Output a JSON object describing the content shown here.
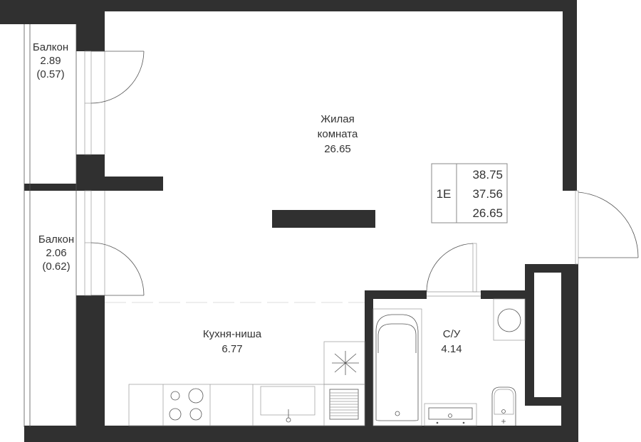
{
  "rooms": {
    "balcony1": {
      "name": "Балкон",
      "area": "2.89",
      "area_coef": "(0.57)"
    },
    "balcony2": {
      "name": "Балкон",
      "area": "2.06",
      "area_coef": "(0.62)"
    },
    "living": {
      "name_line1": "Жилая",
      "name_line2": "комната",
      "area": "26.65"
    },
    "kitchen": {
      "name": "Кухня-ниша",
      "area": "6.77"
    },
    "bathroom": {
      "name": "С/У",
      "area": "4.14"
    }
  },
  "info_box": {
    "type": "1Е",
    "total_area": "38.75",
    "living_total": "37.56",
    "living_area": "26.65"
  },
  "colors": {
    "wall": "#303030",
    "line": "#555555"
  }
}
